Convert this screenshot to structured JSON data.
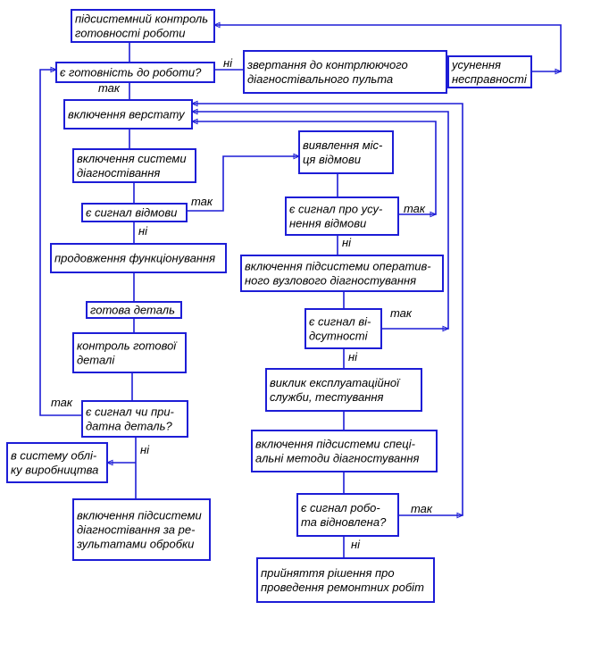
{
  "nodes": [
    {
      "id": "n1",
      "lines": [
        "підсистемний контроль",
        "готовності роботи"
      ]
    },
    {
      "id": "n2",
      "lines": [
        "є готовність до роботи?"
      ]
    },
    {
      "id": "n3",
      "lines": [
        "звертання до контрлюючого",
        "діагностівального пульта"
      ]
    },
    {
      "id": "n4",
      "lines": [
        "усунення",
        "несправності"
      ]
    },
    {
      "id": "n5",
      "lines": [
        "включення верстату"
      ]
    },
    {
      "id": "n6",
      "lines": [
        "включення системи",
        "діагностівання"
      ]
    },
    {
      "id": "n7",
      "lines": [
        "є сигнал відмови"
      ]
    },
    {
      "id": "n8",
      "lines": [
        "продовження функціонування"
      ]
    },
    {
      "id": "n9",
      "lines": [
        "готова деталь"
      ]
    },
    {
      "id": "n10",
      "lines": [
        "контроль готової",
        "деталі"
      ]
    },
    {
      "id": "n11",
      "lines": [
        "є сигнал чи при-",
        "датна деталь?"
      ]
    },
    {
      "id": "n12",
      "lines": [
        "в систему облі-",
        "ку виробництва"
      ]
    },
    {
      "id": "n13",
      "lines": [
        "включення підсистеми",
        "діагностівання за ре-",
        "зультатами обробки"
      ]
    },
    {
      "id": "n14",
      "lines": [
        "виявлення міс-",
        "ця відмови"
      ]
    },
    {
      "id": "n15",
      "lines": [
        "є сигнал про усу-",
        "нення відмови"
      ]
    },
    {
      "id": "n16",
      "lines": [
        "включення підсистеми оператив-",
        "ного вузлового діагностування"
      ]
    },
    {
      "id": "n17",
      "lines": [
        "є сигнал ві-",
        "дсутності"
      ]
    },
    {
      "id": "n18",
      "lines": [
        "виклик експлуатаційної",
        "служби, тестування"
      ]
    },
    {
      "id": "n19",
      "lines": [
        "включення підсистеми спеці-",
        "альні методи діагностування"
      ]
    },
    {
      "id": "n20",
      "lines": [
        "є сигнал робо-",
        "та відновлена?"
      ]
    },
    {
      "id": "n21",
      "lines": [
        "прийняття рішення про",
        "проведення ремонтних робіт"
      ]
    }
  ],
  "edge_labels": {
    "l_ni_1": "ні",
    "l_tak_1": "так",
    "l_tak_2": "так",
    "l_ni_2": "ні",
    "l_tak_3": "так",
    "l_ni_3": "ні",
    "l_tak_4": "так",
    "l_ni_4": "ні",
    "l_tak_5": "так",
    "l_ni_5": "ні",
    "l_tak_6": "так",
    "l_ni_6": "ні"
  },
  "colors": {
    "stroke": "#1d1dd6",
    "text": "#000000",
    "background": "#ffffff"
  }
}
